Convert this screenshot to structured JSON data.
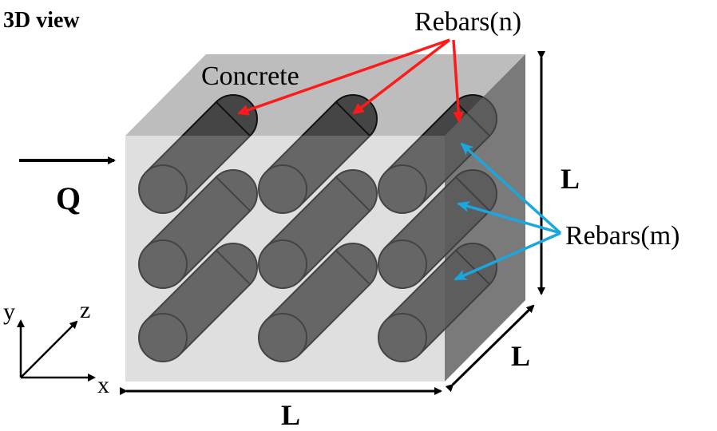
{
  "title": "3D view",
  "labels": {
    "concrete": "Concrete",
    "rebars_n": "Rebars(n)",
    "rebars_m": "Rebars(m)",
    "load": "Q",
    "length_height": "L",
    "length_depth": "L",
    "length_width": "L"
  },
  "axes": {
    "x": "x",
    "y": "y",
    "z": "z"
  },
  "colors": {
    "front_face": "#a2a2a2",
    "top_face": "#bdbdbd",
    "side_face": "#7a7a7a",
    "rebar": "#454545",
    "rebar_outline": "#111111",
    "arrow_n": "#ff1a1a",
    "arrow_m": "#1aa7e0",
    "ink": "#000000"
  },
  "rebar_grid": {
    "rows": 3,
    "columns": 3
  }
}
